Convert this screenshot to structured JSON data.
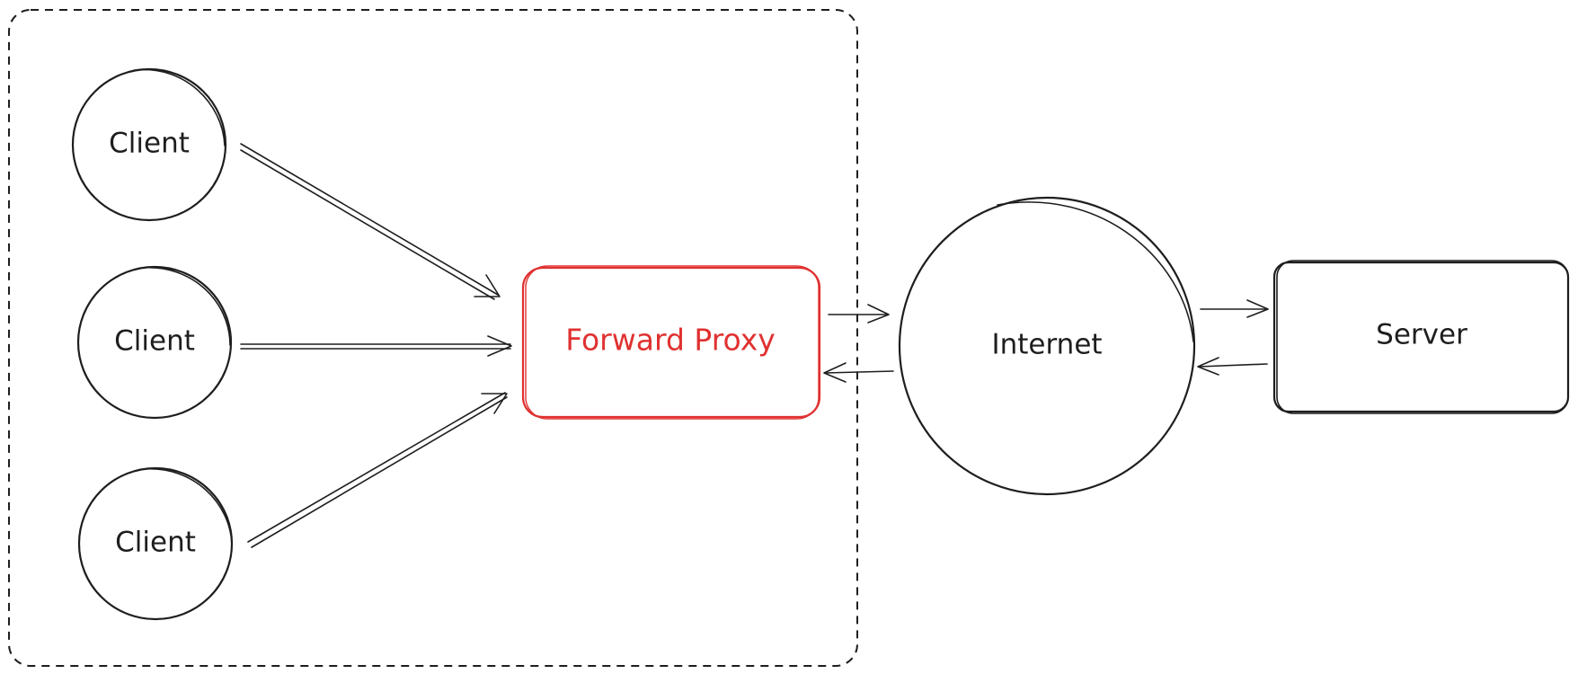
{
  "diagram": {
    "clients": [
      {
        "label": "Client"
      },
      {
        "label": "Client"
      },
      {
        "label": "Client"
      }
    ],
    "proxy": {
      "label": "Forward Proxy"
    },
    "internet": {
      "label": "Internet"
    },
    "server": {
      "label": "Server"
    }
  },
  "colors": {
    "stroke": "#1e1e1e",
    "proxy_accent": "#e03131",
    "background": "#ffffff"
  }
}
